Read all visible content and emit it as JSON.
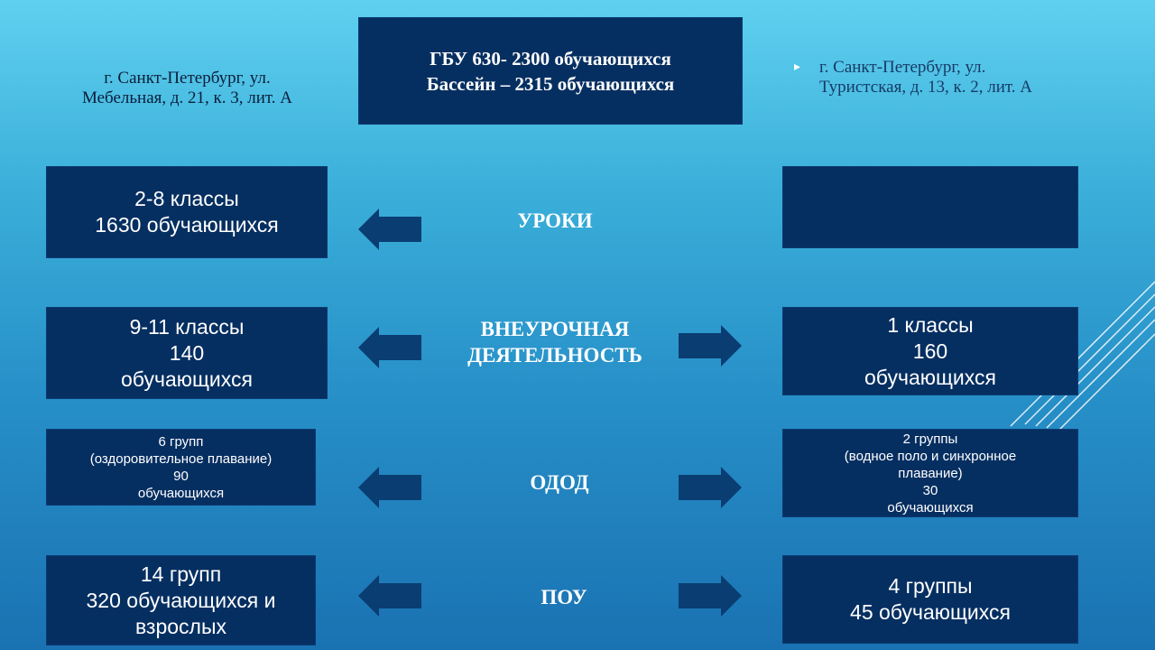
{
  "header": {
    "title_line1": "ГБУ 630- 2300 обучающихся",
    "title_line2": "Бассейн – 2315 обучающихся"
  },
  "addresses": {
    "left": "г. Санкт-Петербург,  ул.\nМебельная,  д. 21, к. 3, лит. А",
    "right": "г. Санкт-Петербург,  ул.\nТуристская,  д. 13, к. 2, лит.  А",
    "right_bullet": "▸"
  },
  "rows": [
    {
      "label": "УРОКИ",
      "left": "2-8 классы\n1630 обучающихся",
      "right": ""
    },
    {
      "label": "ВНЕУРОЧНАЯ\nДЕЯТЕЛЬНОСТЬ",
      "left": "9-11 классы\n140\nобучающихся",
      "right": "1 классы\n160\nобучающихся"
    },
    {
      "label": "ОДОД",
      "left": "6 групп\n(оздоровительное плавание)\n90\nобучающихся",
      "right": "2 группы\n(водное поло и синхронное\nплавание)\n30\nобучающихся"
    },
    {
      "label": "ПОУ",
      "left": "14 групп\n320 обучающихся и\nвзрослых",
      "right": "4 группы\n45 обучающихся"
    }
  ],
  "colors": {
    "box_fill": "#062f61",
    "arrow_fill": "#0a3d72",
    "address_left": "#0b1e3a",
    "address_right": "#163a66",
    "label_text": "#ffffff"
  }
}
